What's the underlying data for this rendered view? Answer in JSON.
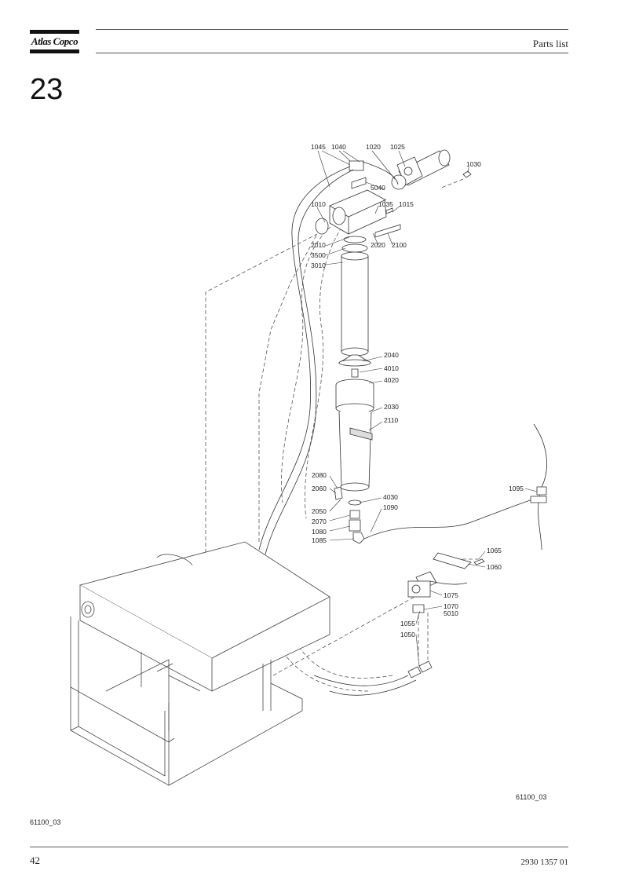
{
  "header": {
    "logo_text": "Atlas Copco",
    "title": "Parts list"
  },
  "section": {
    "number": "23"
  },
  "figure": {
    "code_right": "61100_03",
    "code_left": "61100_03",
    "callouts": {
      "c1045": "1045",
      "c1040": "1040",
      "c1020": "1020",
      "c1025": "1025",
      "c1030": "1030",
      "c5040": "5040",
      "c1010": "1010",
      "c1035": "1035",
      "c1015": "1015",
      "c2010": "2010",
      "c3500": "3500",
      "c3010": "3010",
      "c2020": "2020",
      "c2100": "2100",
      "c2040": "2040",
      "c4010": "4010",
      "c4020": "4020",
      "c2030": "2030",
      "c2110": "2110",
      "c2080": "2080",
      "c2060": "2060",
      "c2050": "2050",
      "c2070": "2070",
      "c1080": "1080",
      "c1085": "1085",
      "c4030": "4030",
      "c1090": "1090",
      "c1095": "1095",
      "c1065": "1065",
      "c1060": "1060",
      "c1075": "1075",
      "c1070": "1070",
      "c5010": "5010",
      "c1055": "1055",
      "c1050": "1050"
    }
  },
  "footer": {
    "page_number": "42",
    "document_number": "2930 1357 01"
  }
}
